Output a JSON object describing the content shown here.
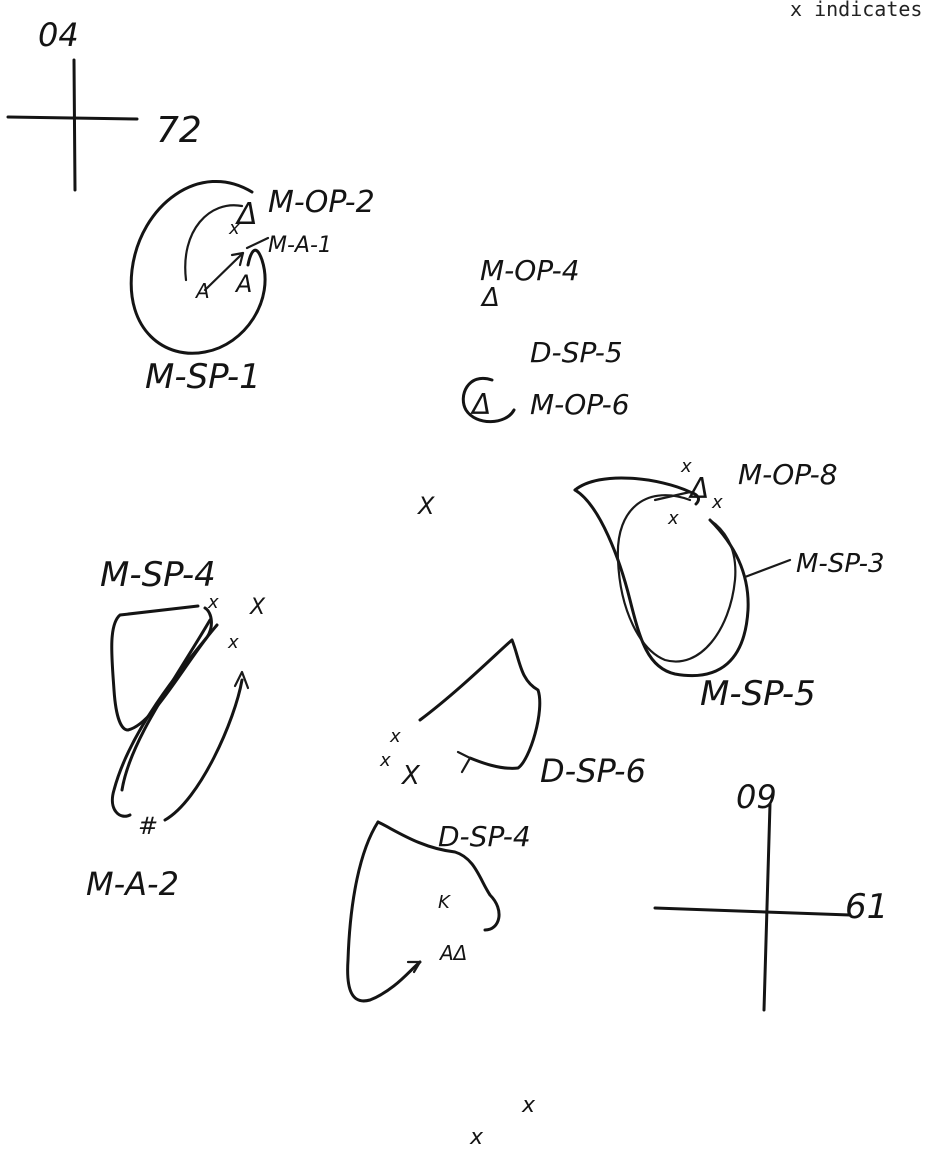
{
  "header_text": "x indicates",
  "corner_labels": {
    "top_left_north": "04",
    "top_left_east": "72",
    "bottom_right_north": "09",
    "bottom_right_east": "61"
  },
  "labels": {
    "m_op_2": "M-OP-2",
    "m_a_1": "M-A-1",
    "m_op_4": "M-OP-4",
    "d_sp_5": "D-SP-5",
    "m_op_6": "M-OP-6",
    "m_sp_1": "M-SP-1",
    "m_op_8": "M-OP-8",
    "m_sp_3": "M-SP-3",
    "m_sp_5": "M-SP-5",
    "m_sp_4": "M-SP-4",
    "m_a_2": "M-A-2",
    "d_sp_6": "D-SP-6",
    "d_sp_4": "D-SP-4"
  },
  "symbols": {
    "x_mark": "x",
    "x_mark_upper": "X",
    "triangle": "Δ",
    "a_mark": "A",
    "hash": "#",
    "small_k": "K",
    "a_triangle": "AΔ"
  }
}
